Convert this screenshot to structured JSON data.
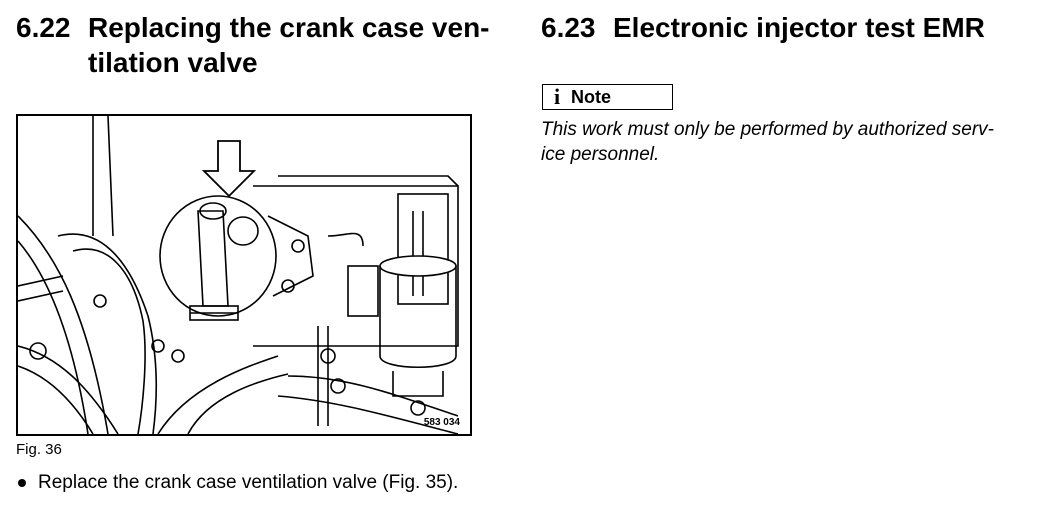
{
  "left_section": {
    "number": "6.22",
    "title_line1": "Replacing the crank case ven-",
    "title_line2": "tilation valve"
  },
  "figure": {
    "caption": "Fig. 36",
    "number_in_image": "583 034"
  },
  "instruction": {
    "text": "Replace the crank case ventilation valve (Fig. 35)."
  },
  "right_section": {
    "number": "6.23",
    "title": "Electronic injector test EMR"
  },
  "note": {
    "icon_glyph": "i",
    "label": "Note",
    "text_line1": "This work must only be performed by authorized serv-",
    "text_line2": "ice personnel."
  }
}
